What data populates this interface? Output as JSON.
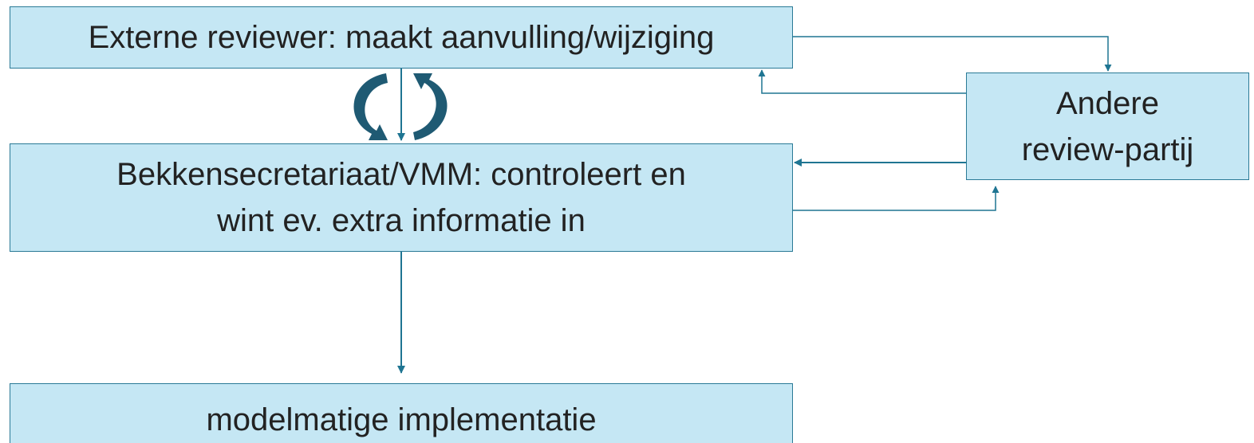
{
  "nodes": {
    "external_reviewer": "Externe reviewer: maakt aanvulling/wijziging",
    "bekkensecretariaat_line1": "Bekkensecretariaat/VMM: controleert en",
    "bekkensecretariaat_line2": "wint ev. extra informatie in",
    "implementation": "modelmatige implementatie",
    "other_party_line1": "Andere",
    "other_party_line2": "review-partij"
  },
  "colors": {
    "box_fill": "#c5e7f4",
    "box_border": "#2a7a96",
    "arrow": "#1f7592",
    "cycle_arrow": "#1f5a73",
    "text": "#222222"
  }
}
